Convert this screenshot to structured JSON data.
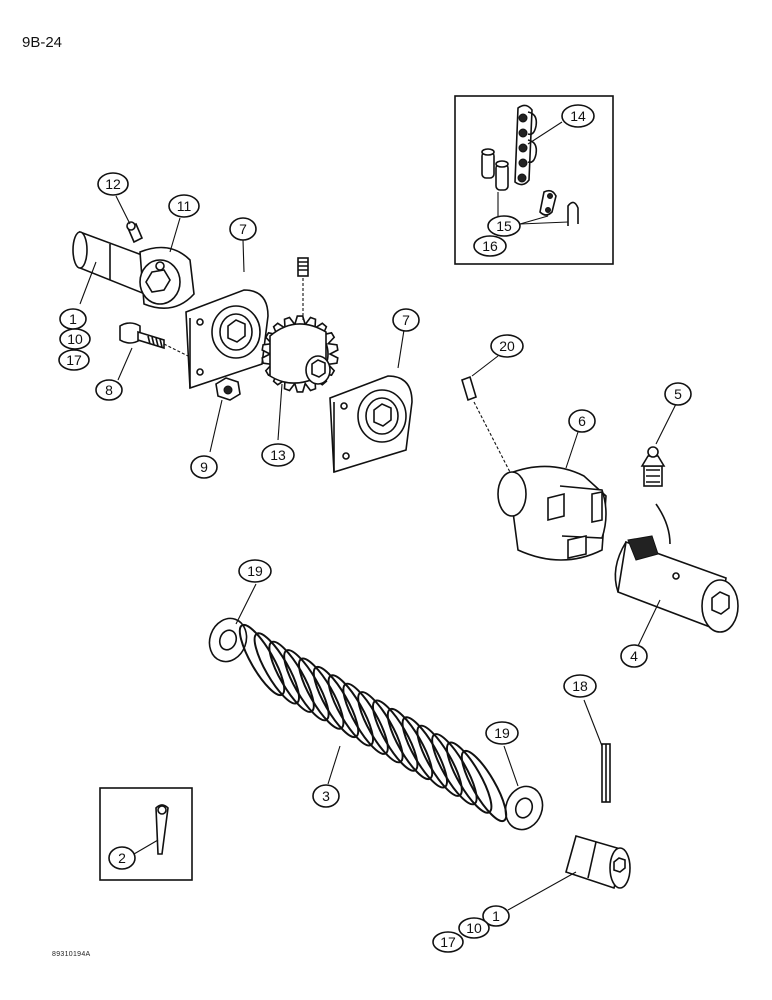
{
  "page_number": "9B-24",
  "figure_code": "89310194A",
  "callouts": [
    {
      "id": "c1a",
      "label": "1"
    },
    {
      "id": "c10a",
      "label": "10"
    },
    {
      "id": "c17a",
      "label": "17"
    },
    {
      "id": "c8",
      "label": "8"
    },
    {
      "id": "c12",
      "label": "12"
    },
    {
      "id": "c11",
      "label": "11"
    },
    {
      "id": "c7a",
      "label": "7"
    },
    {
      "id": "c7b",
      "label": "7"
    },
    {
      "id": "c9",
      "label": "9"
    },
    {
      "id": "c13",
      "label": "13"
    },
    {
      "id": "c14",
      "label": "14"
    },
    {
      "id": "c15",
      "label": "15"
    },
    {
      "id": "c16",
      "label": "16"
    },
    {
      "id": "c20",
      "label": "20"
    },
    {
      "id": "c6",
      "label": "6"
    },
    {
      "id": "c5",
      "label": "5"
    },
    {
      "id": "c4",
      "label": "4"
    },
    {
      "id": "c19a",
      "label": "19"
    },
    {
      "id": "c19b",
      "label": "19"
    },
    {
      "id": "c3",
      "label": "3"
    },
    {
      "id": "c18",
      "label": "18"
    },
    {
      "id": "c2",
      "label": "2"
    },
    {
      "id": "c1b",
      "label": "1"
    },
    {
      "id": "c10b",
      "label": "10"
    },
    {
      "id": "c17b",
      "label": "17"
    }
  ]
}
